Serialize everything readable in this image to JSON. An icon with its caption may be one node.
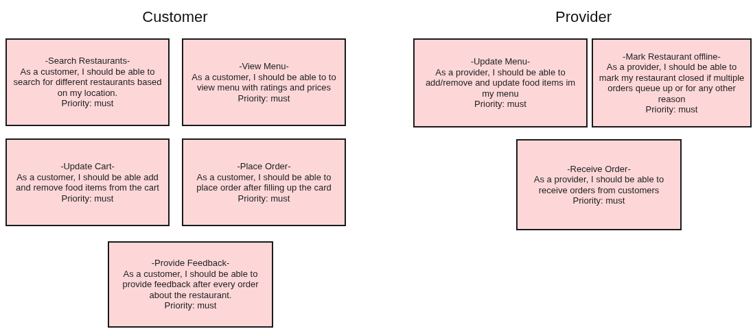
{
  "diagram": {
    "nodes": [
      {
        "text": [
          "-Search Restaurants-",
          "As a customer, I should be able to search for different restaurants based on my location.",
          "Priority: must"
        ]
      },
      {
        "text": [
          "-View Menu-",
          "As a customer, I should be able to to view menu with ratings and prices",
          "Priority: must"
        ]
      },
      {
        "text": [
          "-Update Cart-",
          "As a customer, I should be able add and remove food items from the cart",
          "Priority: must"
        ]
      },
      {
        "text": [
          "-Place Order-",
          "As a customer, I should be able to place order after filling up the card",
          "Priority: must"
        ]
      },
      {
        "text": [
          "-Provide Feedback-",
          "As a customer, I should be able to provide feedback after every order about the restaurant.",
          "Priority: must"
        ]
      },
      {
        "text": [
          "-Update Menu-",
          "As a provider, I should be able to add/remove and update food items im my menu",
          "Priority: must"
        ]
      },
      {
        "text": [
          "-Mark Restaurant offline-",
          "As a provider, I should be able to mark my restaurant closed if multiple orders queue up or for any other reason",
          "Priority: must"
        ]
      },
      {
        "text": [
          "-Receive Order-",
          "As a provider, I should be able to receive orders from customers",
          "Priority: must"
        ]
      }
    ],
    "edges": [],
    "labels": [
      "Customer",
      "Provider"
    ]
  }
}
